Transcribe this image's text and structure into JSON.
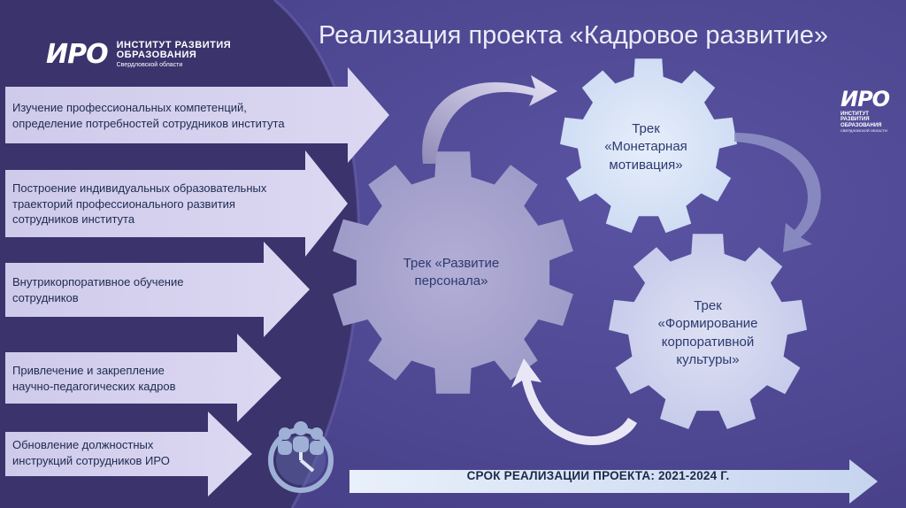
{
  "slide": {
    "title": "Реализация проекта  «Кадровое развитие»"
  },
  "logo": {
    "mark": "ИРО",
    "line1": "ИНСТИТУТ РАЗВИТИЯ",
    "line2": "ОБРАЗОВАНИЯ",
    "line3": "Свердловской области"
  },
  "logo_right": {
    "mark": "ИРО",
    "line1": "ИНСТИТУТ",
    "line2": "РАЗВИТИЯ",
    "line3": "ОБРАЗОВАНИЯ",
    "line4": "СВЕРДЛОВСКОЙ ОБЛАСТИ"
  },
  "arrows": [
    {
      "line1": "Изучение профессиональных компетенций,",
      "line2": "определение  потребностей сотрудников  института",
      "line3": ""
    },
    {
      "line1": "Построение индивидуальных образовательных",
      "line2": "траекторий профессионального  развития",
      "line3": "сотрудников института"
    },
    {
      "line1": "Внутрикорпоративное обучение",
      "line2": "сотрудников",
      "line3": ""
    },
    {
      "line1": "Привлечение и закрепление",
      "line2": "научно-педагогических кадров",
      "line3": ""
    },
    {
      "line1": "Обновление должностных",
      "line2": "инструкций сотрудников ИРО",
      "line3": ""
    }
  ],
  "gears": {
    "personnel": {
      "line1": "Трек «Развитие",
      "line2": "персонала»"
    },
    "monetary": {
      "line1": "Трек",
      "line2": "«Монетарная",
      "line3": "мотивация»"
    },
    "culture": {
      "line1": "Трек",
      "line2": "«Формирование",
      "line3": "корпоративной",
      "line4": "культуры»"
    }
  },
  "period": {
    "label": "СРОК РЕАЛИЗАЦИИ ПРОЕКТА: 2021-2024 Г."
  },
  "colors": {
    "background": "#4b448f",
    "left_panel": "#3c356f",
    "arrow_fill": "#d7d3ee",
    "gear_personnel": "#a9a5cf",
    "gear_monetary": "#dbe6f7",
    "gear_culture": "#d2d6ee"
  },
  "icons": {
    "team_clock": "team-clock-icon"
  }
}
